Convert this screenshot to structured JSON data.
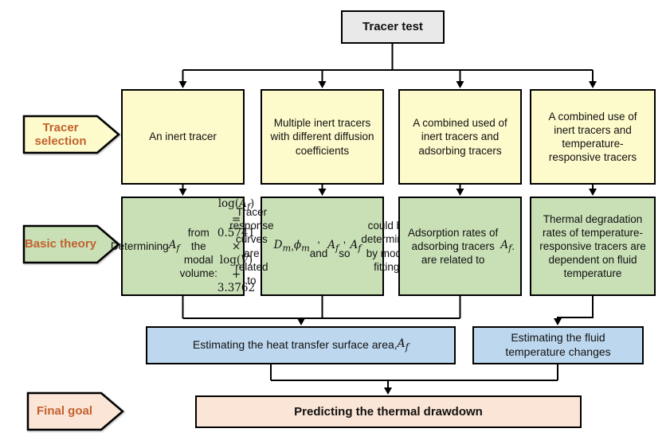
{
  "colors": {
    "node_yellow": "#fdfacb",
    "node_green": "#c9e0b6",
    "node_blue": "#bdd7ee",
    "node_peach": "#fbe5d6",
    "node_gray": "#e9e9e9",
    "stage_label_text": "#c2612f",
    "connector_line": "#000000"
  },
  "flow": {
    "root": {
      "label": "Tracer test"
    },
    "stage_labels": [
      {
        "label": "Tracer selection",
        "fill": "#fdfacb"
      },
      {
        "label": "Basic theory",
        "fill": "#c9e0b6"
      },
      {
        "label": "Final goal",
        "fill": "#fbe5d6"
      }
    ],
    "tracer_selection_row": [
      {
        "label": "An inert tracer"
      },
      {
        "label": "Multiple inert tracers with different diffusion coefficients"
      },
      {
        "label": "A combined used of inert tracers and adsorbing tracers"
      },
      {
        "label": "A combined use of inert tracers and temperature-responsive tracers"
      }
    ],
    "basic_theory_row": [
      {
        "html": "Determining <i class='m'>A<sub>f</sub></i><br>from the modal<br>volume:<br><span class='math'>log(<i>A<sub>f</sub></i>) = 0.5741 ×<br>log(<i>V̇</i>) + 3.3762</span>"
      },
      {
        "html": "Tracer response curves are related to <i class='m'>D<sub>m</sub></i>, <i class='m'>ϕ<sub>m</sub></i>, and <i class='m'>A<sub>f</sub></i>, so <i class='m'>A<sub>f</sub></i> could be determined by model fitting."
      },
      {
        "html": "Adsorption rates of adsorbing tracers are related to <i class='m'>A<sub>f</sub></i>."
      },
      {
        "html": "Thermal degradation rates of temperature-responsive tracers are dependent on fluid temperature"
      }
    ],
    "estimation_row": [
      {
        "html": "Estimating the heat transfer surface area, <i class='m'>A<sub>f</sub></i>"
      },
      {
        "label": "Estimating the fluid temperature changes"
      }
    ],
    "final": {
      "label": "Predicting the thermal drawdown"
    }
  }
}
